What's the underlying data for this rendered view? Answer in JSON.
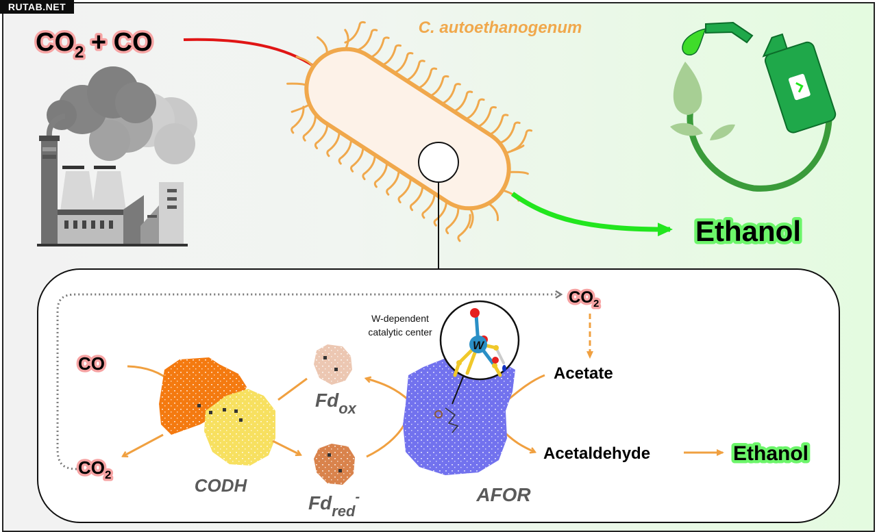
{
  "watermark": "RUTAB.NET",
  "top": {
    "input_gas": {
      "main": "CO",
      "sub": "2",
      "rest": " + CO"
    },
    "organism": "C. autoethanogenum",
    "product": "Ethanol"
  },
  "pathway": {
    "co_in": "CO",
    "co2_out": {
      "main": "CO",
      "sub": "2"
    },
    "co2_recycled": {
      "main": "CO",
      "sub": "2"
    },
    "codh_label": "CODH",
    "fd_ox": {
      "main": "Fd",
      "sub": "ox"
    },
    "fd_red": {
      "main": "Fd",
      "sub": "red",
      "sup": "-"
    },
    "afor_label": "AFOR",
    "catalytic_center": [
      "W-dependent",
      "catalytic center"
    ],
    "tungsten_symbol": "W",
    "acetate": "Acetate",
    "acetaldehyde": "Acetaldehyde",
    "ethanol": "Ethanol"
  },
  "colors": {
    "input_arrow": "#e01515",
    "output_arrow": "#22e61e",
    "bacterium_outline": "#f0a84c",
    "bacterium_fill": "#fdf2e8",
    "pathway_arrow": "#f0a040",
    "codh_orange": "#f47a10",
    "codh_yellow": "#f7e060",
    "afor_blue": "#7272ee",
    "fd_ox": "#ecc7b2",
    "fd_red": "#d9834c",
    "fuel_green": "#1fa84a"
  }
}
